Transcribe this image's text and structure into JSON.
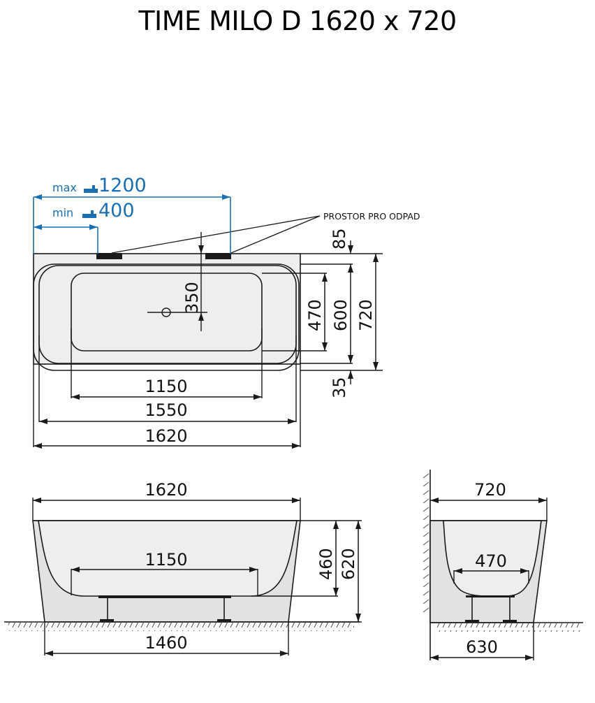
{
  "title": "TIME MILO D 1620 x 720",
  "colors": {
    "line": "#1a1a1a",
    "fill_tub": "#eeeeee",
    "fill_side": "#e2e2e2",
    "accent_blue": "#1a6fb3",
    "drain_black": "#1a1a1a"
  },
  "top_view": {
    "tap_max": {
      "prefix": "max",
      "value": "1200",
      "icon": "tap-icon"
    },
    "tap_min": {
      "prefix": "min",
      "value": "400",
      "icon": "tap-icon"
    },
    "drain_note": "PROSTOR PRO ODPAD",
    "dims": {
      "drain_offset": "350",
      "inner_width": "470",
      "rim_width": "600",
      "total_width": "720",
      "top_margin": "85",
      "bottom_margin": "35",
      "inner_length": "1150",
      "rim_length": "1550",
      "total_length": "1620"
    }
  },
  "front_view": {
    "dims": {
      "top_length": "1620",
      "inner_length": "1150",
      "base_length": "1460",
      "inner_depth": "460",
      "total_height": "620"
    }
  },
  "side_view": {
    "dims": {
      "top_width": "720",
      "inner_width": "470",
      "base_width": "630"
    }
  }
}
